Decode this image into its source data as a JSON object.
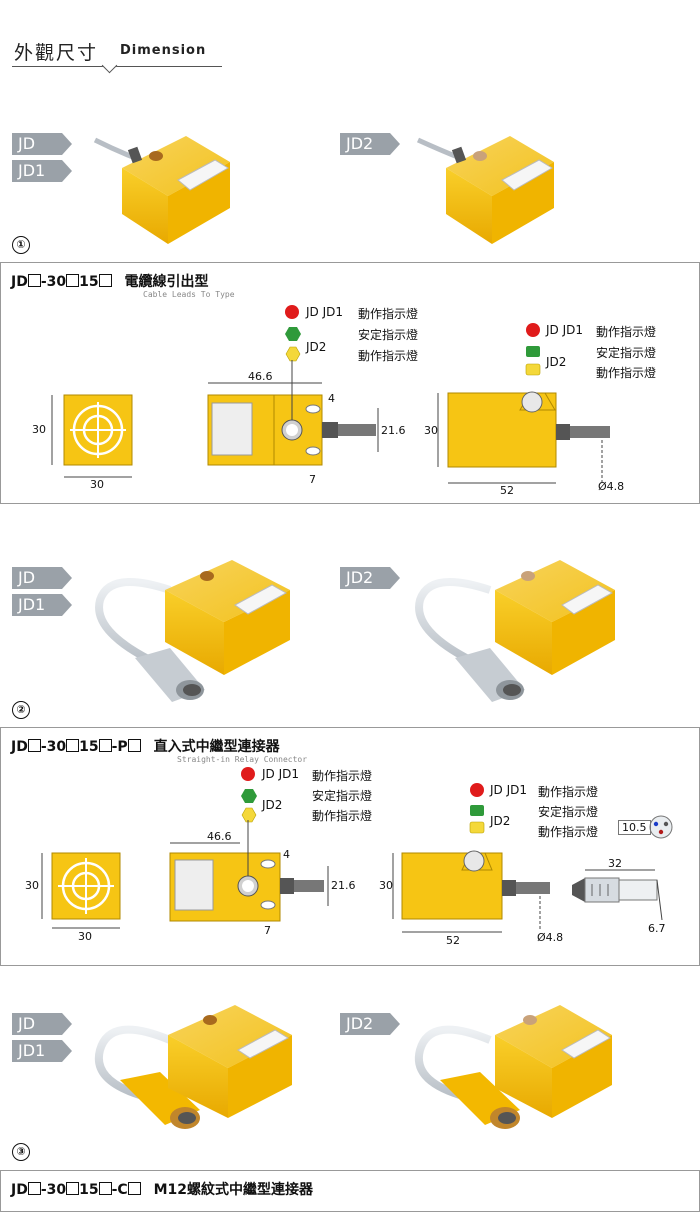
{
  "header": {
    "title_zh": "外觀尺寸",
    "title_en": "Dimension"
  },
  "tags": {
    "jd": "JD",
    "jd1": "JD1",
    "jd2": "JD2"
  },
  "colors": {
    "yellow": "#f6c514",
    "red": "#e01b1b",
    "green": "#2f9a3a",
    "lightyellow": "#f4d83a",
    "grey_tag": "#9aa1a8",
    "cable": "#d8dde2",
    "connector_yellow": "#f3b800"
  },
  "sections": [
    {
      "number": "①",
      "title_parts": [
        "JD",
        "-30",
        "15",
        ""
      ],
      "title_zh": "電纜線引出型",
      "subtitle": "Cable Leads To Type"
    },
    {
      "number": "②",
      "title_parts": [
        "JD",
        "-30",
        "15",
        "-P",
        ""
      ],
      "title_zh": "直入式中繼型連接器",
      "subtitle": "Straight-in Relay Connector"
    },
    {
      "number": "③",
      "title_parts": [
        "JD",
        "-30",
        "15",
        "-C",
        ""
      ],
      "title_zh": "M12螺紋式中繼型連接器"
    }
  ],
  "legend": {
    "red_label": "JD JD1",
    "red_desc": "動作指示燈",
    "green_desc": "安定指示燈",
    "yellow_label": "JD2",
    "yellow_desc": "動作指示燈"
  },
  "dims": {
    "w30": "30",
    "h30": "30",
    "w46_6": "46.6",
    "d4": "4",
    "d21_6": "21.6",
    "d7": "7",
    "w52": "52",
    "cable_dia": "Ø4.8",
    "conn_32": "32",
    "conn_6_7": "6.7",
    "conn_10_5": "10.5"
  }
}
